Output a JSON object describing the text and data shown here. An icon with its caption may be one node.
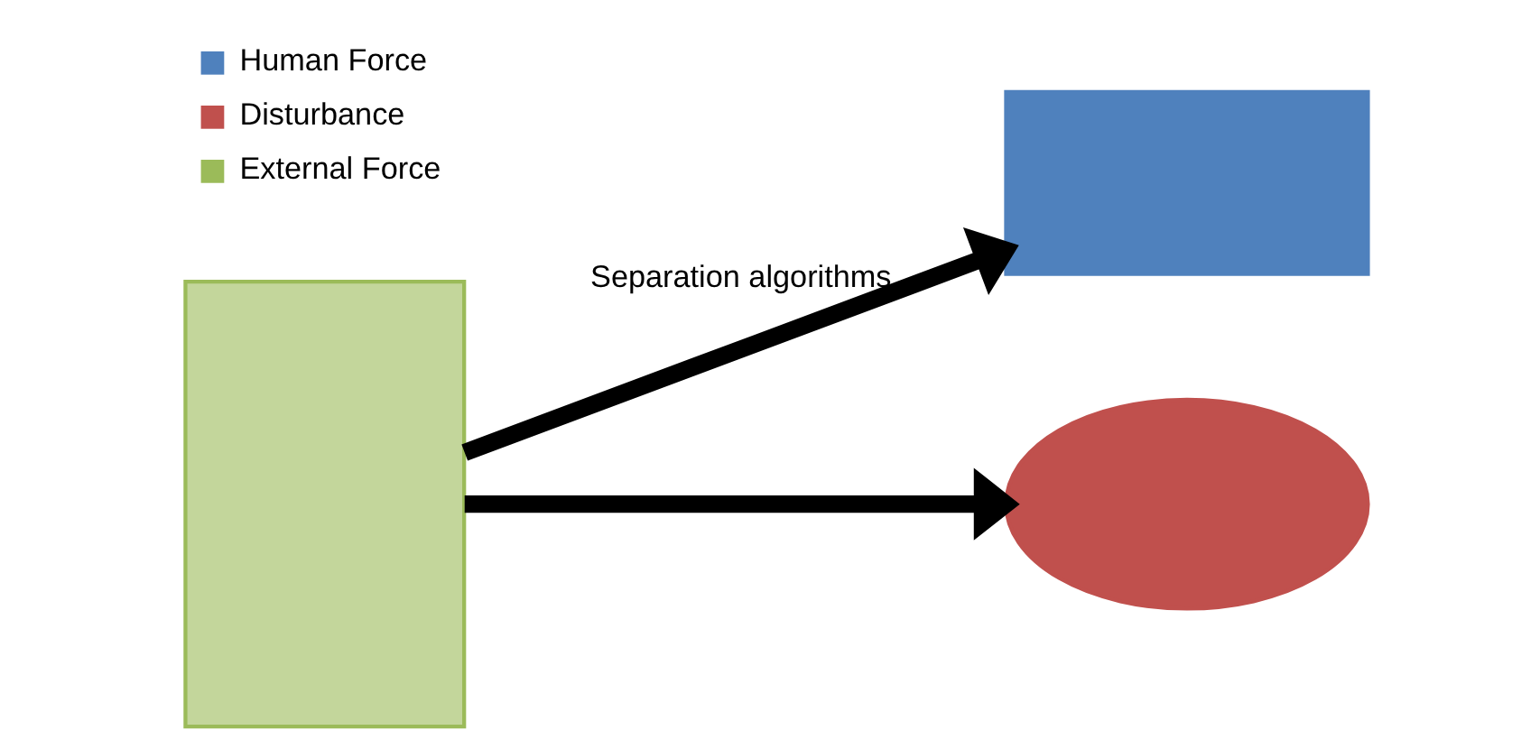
{
  "diagram": {
    "nodes": [
      {
        "text": [],
        "shape": "box"
      },
      {
        "text": [],
        "shape": "box"
      },
      {
        "text": [],
        "shape": "ellipse"
      }
    ],
    "edges": [
      {
        "from": 0,
        "to": 1,
        "arrow": "to",
        "label": "Separation algorithms"
      },
      {
        "from": 0,
        "to": 2,
        "arrow": "to"
      }
    ],
    "legend": [
      {
        "text": "Human Force",
        "color": "#4f81bd"
      },
      {
        "text": "Disturbance",
        "color": "#c0504d"
      },
      {
        "text": "External Force",
        "color": "#9bbb59"
      }
    ]
  }
}
